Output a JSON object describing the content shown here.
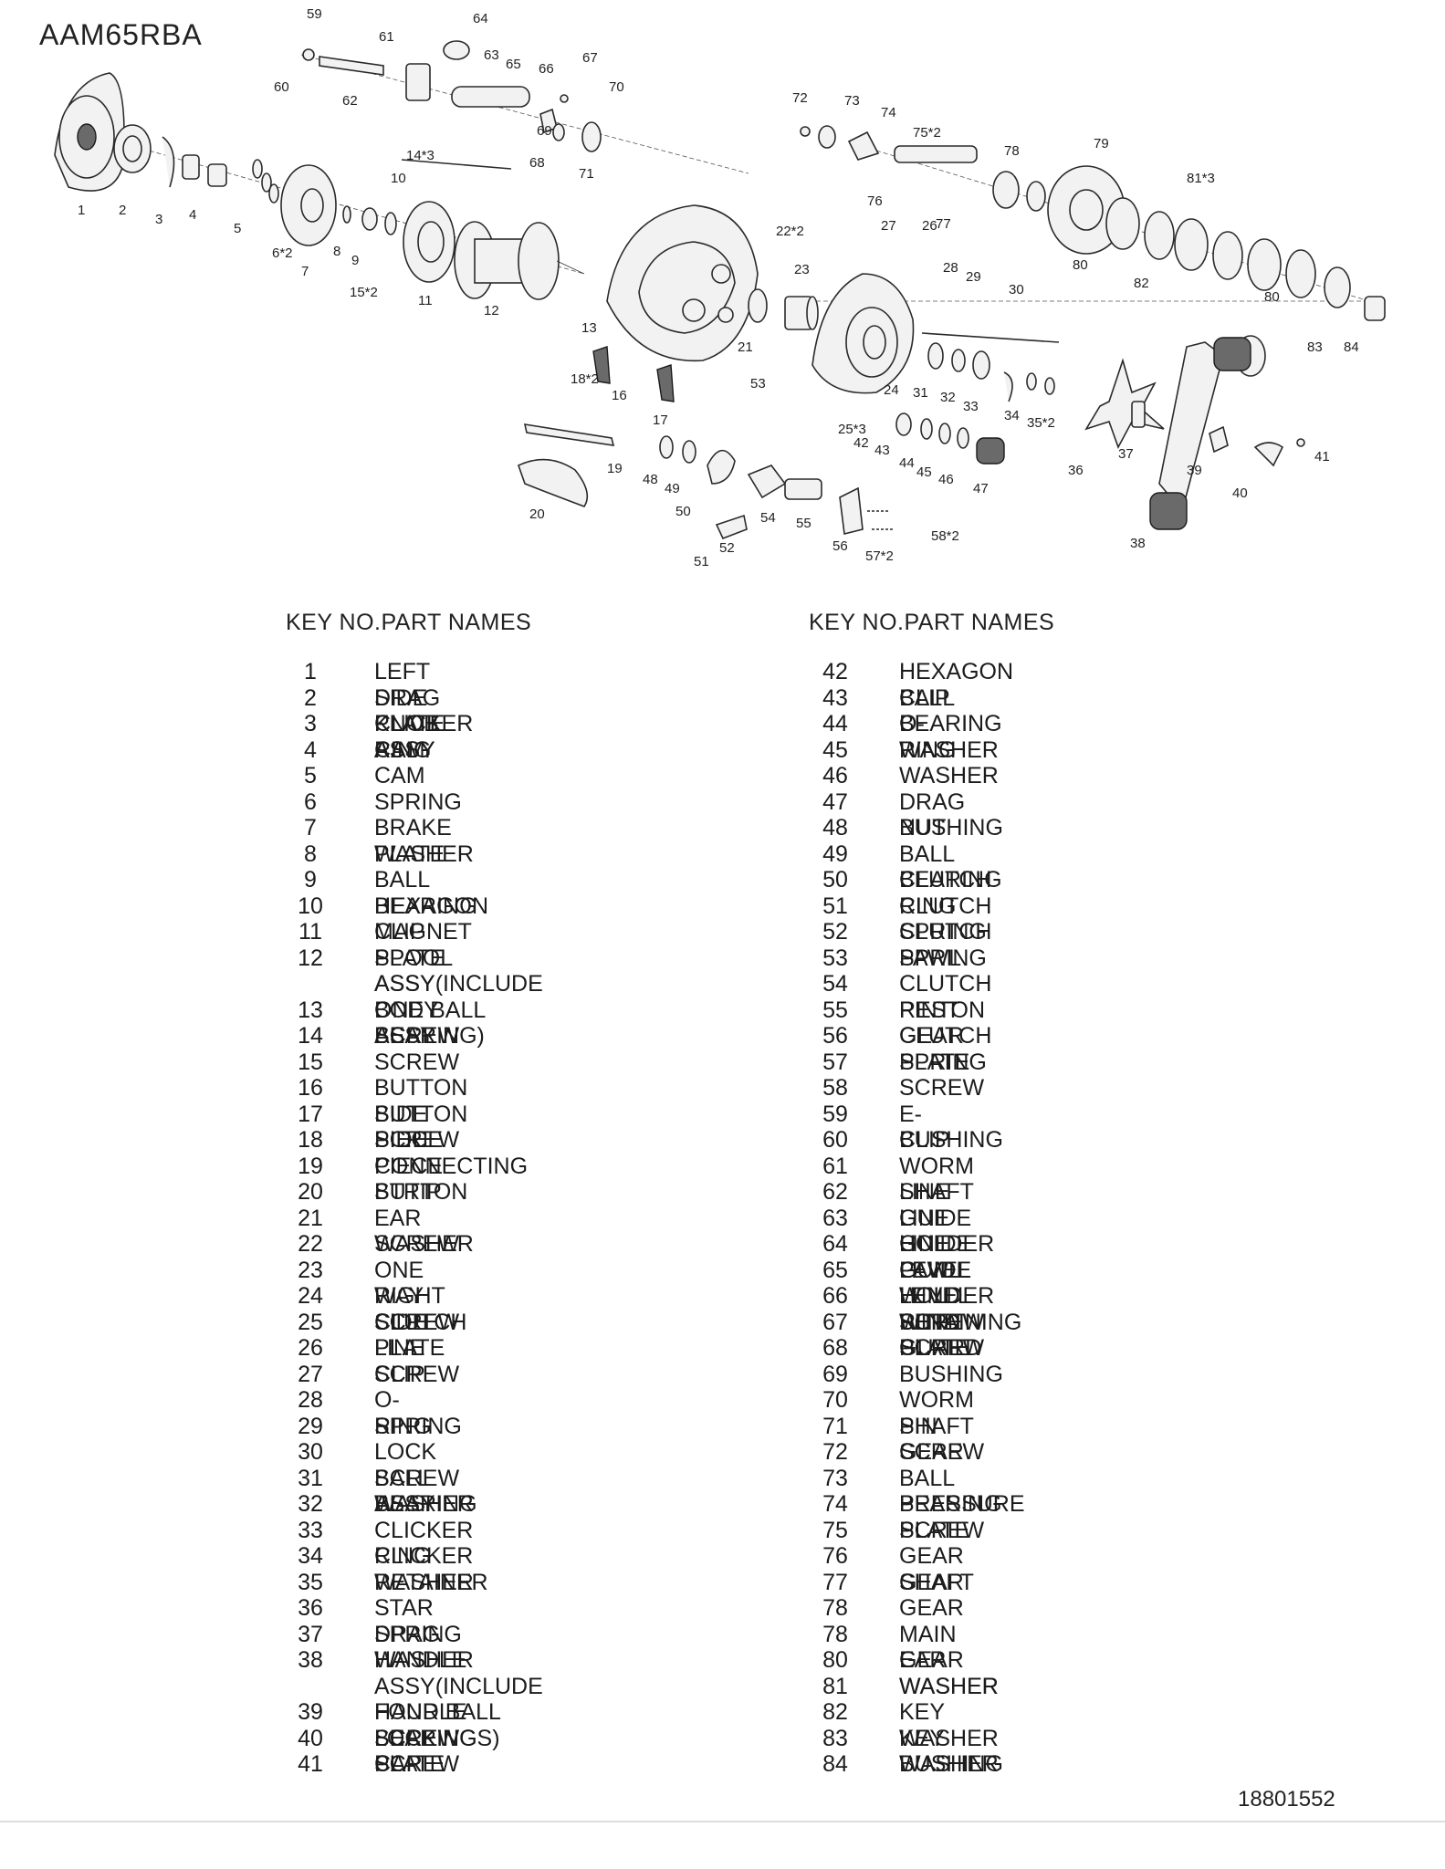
{
  "model": "AAM65RBA",
  "document_number": "18801552",
  "list_header": "KEY NO.PART NAMES",
  "diagram_callouts": [
    "1",
    "2",
    "3",
    "4",
    "5",
    "6*2",
    "7",
    "8",
    "9",
    "10",
    "11",
    "12",
    "13",
    "14*3",
    "15*2",
    "16",
    "17",
    "18*2",
    "19",
    "20",
    "21",
    "22*2",
    "23",
    "24",
    "25*3",
    "26",
    "27",
    "28",
    "29",
    "30",
    "31",
    "32",
    "33",
    "34",
    "35*2",
    "36",
    "37",
    "38",
    "39",
    "40",
    "41",
    "42",
    "43",
    "44",
    "45",
    "46",
    "47",
    "48",
    "49",
    "50",
    "51",
    "52",
    "53",
    "54",
    "55",
    "56",
    "57*2",
    "58*2",
    "59",
    "60",
    "61",
    "62",
    "63",
    "64",
    "65",
    "66",
    "67",
    "68",
    "69",
    "70",
    "71",
    "72",
    "73",
    "74",
    "75*2",
    "76",
    "77",
    "78",
    "79",
    "80",
    "80",
    "81*3",
    "82",
    "83",
    "84"
  ],
  "parts_left": [
    {
      "key": "1",
      "name": "LEFT SIDE PLATE ASSY"
    },
    {
      "key": "2",
      "name": "DRAG KNOB ASSY"
    },
    {
      "key": "3",
      "name": "CLICKER RING"
    },
    {
      "key": "4",
      "name": "CAM"
    },
    {
      "key": "5",
      "name": "CAM"
    },
    {
      "key": "6",
      "name": "SPRING"
    },
    {
      "key": "7",
      "name": "BRAKE PLATE"
    },
    {
      "key": "8",
      "name": "WASHER"
    },
    {
      "key": "9",
      "name": "BALL BEARING"
    },
    {
      "key": "10",
      "name": "HEXAGON CLIP"
    },
    {
      "key": "11",
      "name": "MAGNET PLATE ASSY"
    },
    {
      "key": "12",
      "name": "SPOOL ASSY(INCLUDE\nONE BALL BEARING)"
    },
    {
      "key": "13",
      "name": "BODY ASSY"
    },
    {
      "key": "14",
      "name": "SCREW"
    },
    {
      "key": "15",
      "name": "SCREW"
    },
    {
      "key": "16",
      "name": "BUTTON SIDE PIECE"
    },
    {
      "key": "17",
      "name": "BUTTON SIDE PIECE"
    },
    {
      "key": "18",
      "name": "SCREW"
    },
    {
      "key": "19",
      "name": "CONNECTING STRIP"
    },
    {
      "key": "20",
      "name": "BUTTON"
    },
    {
      "key": "21",
      "name": "EAR WASHER"
    },
    {
      "key": "22",
      "name": "SCREW"
    },
    {
      "key": "23",
      "name": "ONE WAY CLUTCH"
    },
    {
      "key": "24",
      "name": "RIGHT SIDE PLATE"
    },
    {
      "key": "25",
      "name": "SCREW"
    },
    {
      "key": "26",
      "name": "LINE CLIP"
    },
    {
      "key": "27",
      "name": "SCREW"
    },
    {
      "key": "28",
      "name": "O-RING"
    },
    {
      "key": "29",
      "name": "SPRING"
    },
    {
      "key": "30",
      "name": "LOCK SCREW ASSY"
    },
    {
      "key": "31",
      "name": "BALL BEARING"
    },
    {
      "key": "32",
      "name": "WASHER"
    },
    {
      "key": "33",
      "name": "CLICKER RING"
    },
    {
      "key": "34",
      "name": "CLICKER RETAINER"
    },
    {
      "key": "35",
      "name": "WASHER"
    },
    {
      "key": "36",
      "name": "STAR DRAG"
    },
    {
      "key": "37",
      "name": "SPRING WASHER"
    },
    {
      "key": "38",
      "name": "HANDLE ASSY(INCLUDE\nFOUR BALL BEARINGS)"
    },
    {
      "key": "39",
      "name": "HANDLE SCREW CAP"
    },
    {
      "key": "40",
      "name": "LOCKING PLATE"
    },
    {
      "key": "41",
      "name": "SCREW"
    }
  ],
  "parts_right": [
    {
      "key": "42",
      "name": "HEXAGON CLIP"
    },
    {
      "key": "43",
      "name": "BALL BEARING"
    },
    {
      "key": "44",
      "name": "O-RING"
    },
    {
      "key": "45",
      "name": "WASHER"
    },
    {
      "key": "46",
      "name": "WASHER"
    },
    {
      "key": "47",
      "name": "DRAG NUT"
    },
    {
      "key": "48",
      "name": "BUSHING"
    },
    {
      "key": "49",
      "name": "BALL BEARING"
    },
    {
      "key": "50",
      "name": "CLUTCH RING"
    },
    {
      "key": "51",
      "name": "CLUTCH SPRING"
    },
    {
      "key": "52",
      "name": "CLUTCH PAWL"
    },
    {
      "key": "53",
      "name": "SPRING"
    },
    {
      "key": "54",
      "name": "CLUTCH REST"
    },
    {
      "key": "55",
      "name": "PINTON GEAR"
    },
    {
      "key": "56",
      "name": "CLUTCH PLATE"
    },
    {
      "key": "57",
      "name": "SPRING"
    },
    {
      "key": "58",
      "name": "SCREW"
    },
    {
      "key": "59",
      "name": "E-CLIP"
    },
    {
      "key": "60",
      "name": "BUSHING"
    },
    {
      "key": "61",
      "name": "WORM SHAFT"
    },
    {
      "key": "62",
      "name": "LINE GUIDE HOLDER"
    },
    {
      "key": "63",
      "name": "LINE GUIDE PAWL"
    },
    {
      "key": "64",
      "name": "LINE GUIDE HOLDER SCREW"
    },
    {
      "key": "65",
      "name": "LEVEL WIND SHIFT"
    },
    {
      "key": "66",
      "name": "LEVEL WIND GUARD"
    },
    {
      "key": "67",
      "name": "RETAINING PLATE"
    },
    {
      "key": "68",
      "name": "SCREW"
    },
    {
      "key": "69",
      "name": "BUSHING"
    },
    {
      "key": "70",
      "name": "WORM SHAFT GEAR"
    },
    {
      "key": "71",
      "name": "PIN"
    },
    {
      "key": "72",
      "name": "SCREW"
    },
    {
      "key": "73",
      "name": "BALL BEARING"
    },
    {
      "key": "74",
      "name": "PRESSURE PLATE"
    },
    {
      "key": "75",
      "name": "SCREW"
    },
    {
      "key": "76",
      "name": "GEAR SHAFT"
    },
    {
      "key": "77",
      "name": "GEAR"
    },
    {
      "key": "78",
      "name": "GEAR"
    },
    {
      "key": "78",
      "name": "MAIN GEAR"
    },
    {
      "key": "80",
      "name": "EAR WASHER"
    },
    {
      "key": "81",
      "name": "WASHER"
    },
    {
      "key": "82",
      "name": "KEY WASHER"
    },
    {
      "key": "83",
      "name": "KEY WASHER"
    },
    {
      "key": "84",
      "name": "BUSHING"
    }
  ]
}
